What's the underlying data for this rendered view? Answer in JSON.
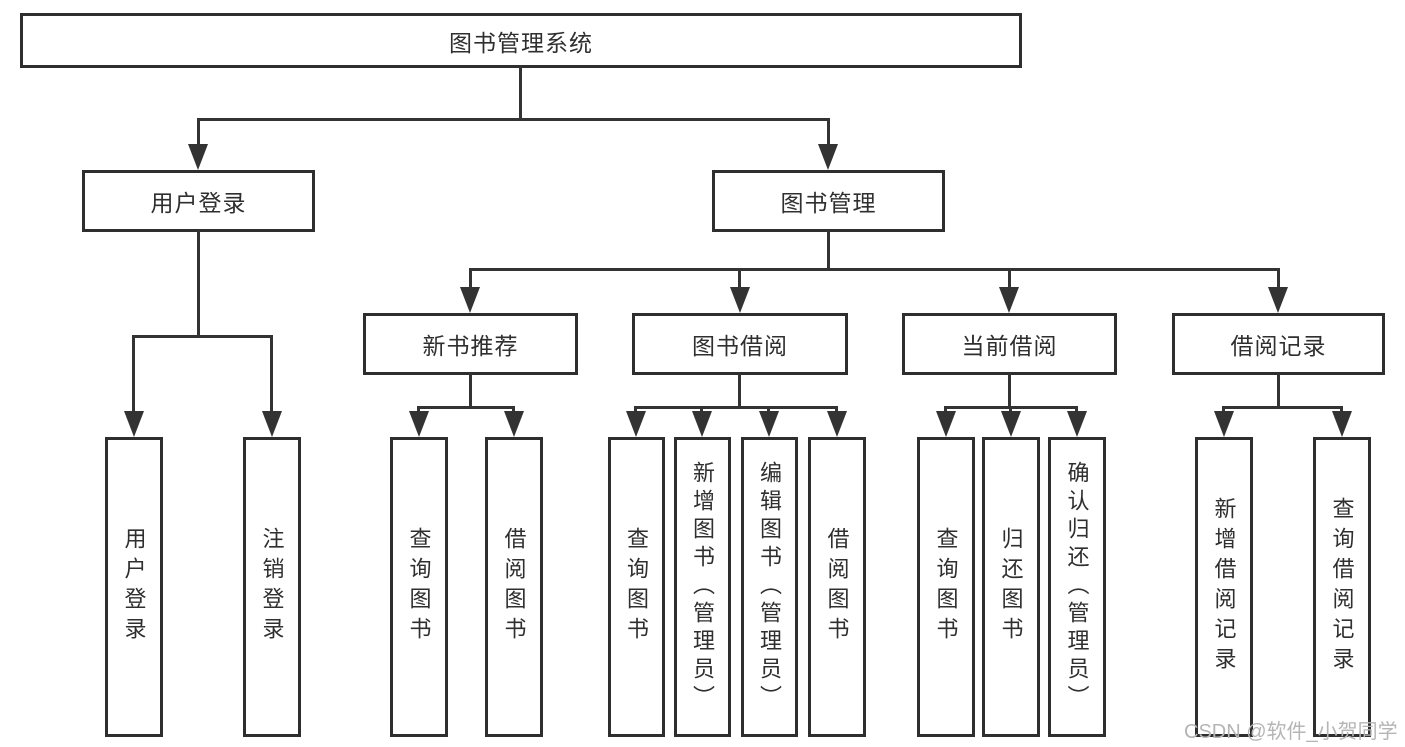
{
  "diagram": {
    "title_note": "functional decomposition tree of a library management system",
    "root_label": "图书管理系统",
    "level2": {
      "user_login": "用户登录",
      "book_mgmt": "图书管理"
    },
    "level3": {
      "new_books": "新书推荐",
      "book_borrow": "图书借阅",
      "current_borrow": "当前借阅",
      "borrow_records": "借阅记录"
    },
    "leaves": {
      "user": [
        "用户登录",
        "注销登录"
      ],
      "new_books": [
        "查询图书",
        "借阅图书"
      ],
      "book_borrow": [
        "查询图书",
        "新增图书（管理员）",
        "编辑图书（管理员）",
        "借阅图书"
      ],
      "current_borrow": [
        "查询图书",
        "归还图书",
        "确认归还（管理员）"
      ],
      "borrow_records": [
        "新增借阅记录",
        "查询借阅记录"
      ]
    },
    "watermark": "CSDN @软件_小贺同学",
    "colors": {
      "line": "#333333",
      "box_border": "#2e2e2e",
      "text": "#2f2f2f",
      "watermark": "#b5b5b5",
      "background": "#ffffff"
    }
  }
}
